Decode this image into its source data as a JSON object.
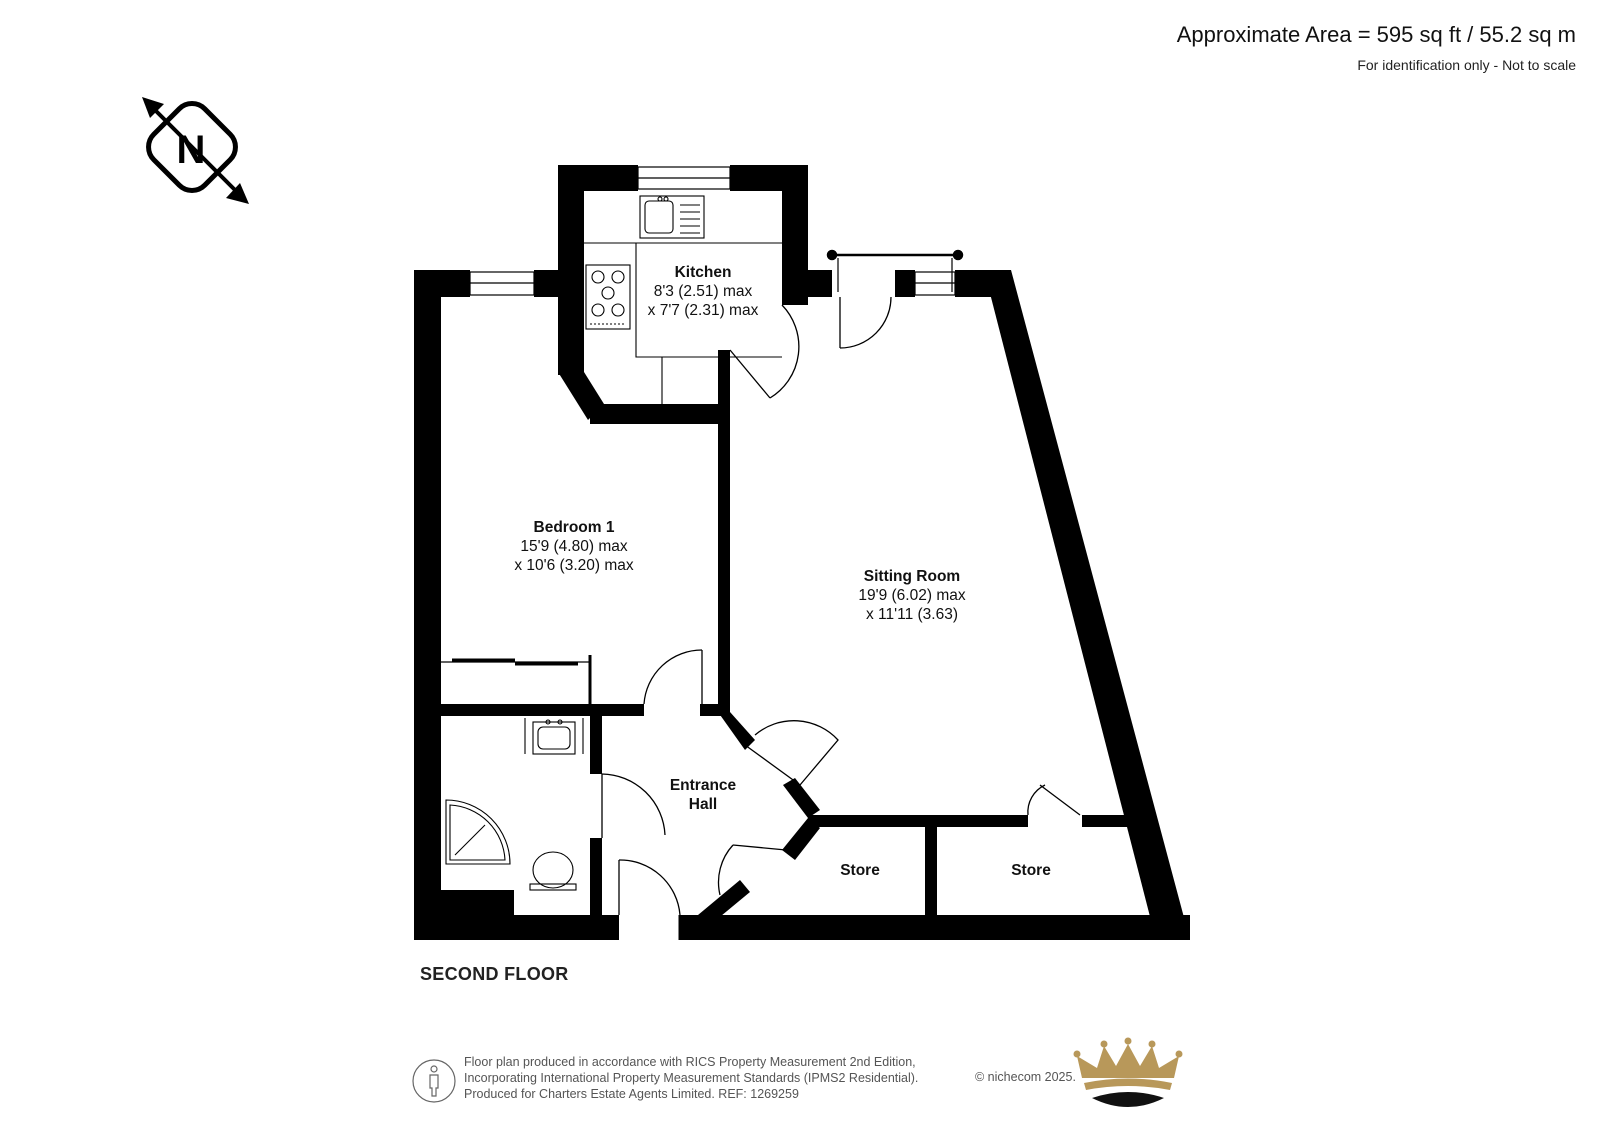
{
  "header": {
    "area": "Approximate Area = 595 sq ft / 55.2 sq m",
    "disclaimer": "For identification only - Not to scale"
  },
  "compass": {
    "letter": "N",
    "icon": "north-arrow-icon"
  },
  "floor_label": "SECOND FLOOR",
  "rooms": {
    "kitchen": {
      "name": "Kitchen",
      "dim1": "8'3 (2.51) max",
      "dim2": "x 7'7 (2.31) max"
    },
    "bedroom": {
      "name": "Bedroom 1",
      "dim1": "15'9 (4.80) max",
      "dim2": "x 10'6 (3.20) max"
    },
    "sitting": {
      "name": "Sitting Room",
      "dim1": "19'9 (6.02) max",
      "dim2": "x 11'11 (3.63)"
    },
    "hall": {
      "name1": "Entrance",
      "name2": "Hall"
    },
    "store1": {
      "name": "Store"
    },
    "store2": {
      "name": "Store"
    }
  },
  "footer": {
    "line1": "Floor plan produced in accordance with RICS Property Measurement 2nd Edition,",
    "line2": "Incorporating International Property Measurement Standards (IPMS2 Residential).",
    "line3": "Produced for Charters Estate Agents Limited.   REF: 1269259",
    "copyright": "© nichecom 2025.",
    "logo_icon": "crown-logo-icon",
    "person_icon": "person-icon"
  },
  "colors": {
    "wall": "#000000",
    "logo_gold": "#b8985a"
  }
}
